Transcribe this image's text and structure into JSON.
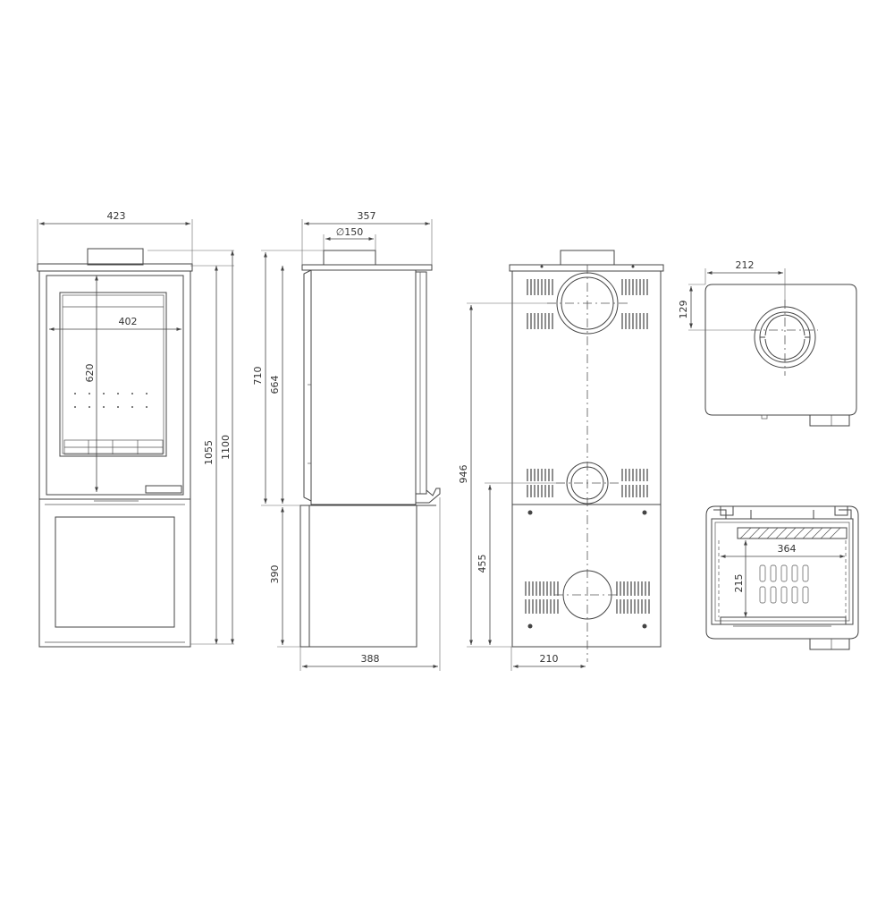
{
  "views": {
    "front": {
      "width": "423",
      "glass_width": "402",
      "glass_height": "620",
      "height_top": "1055",
      "height_total": "1100"
    },
    "side": {
      "width": "357",
      "flue_diameter": "∅150",
      "height_upper": "710",
      "height_inner": "664",
      "height_base": "390",
      "depth": "388"
    },
    "rear": {
      "flue_height_top": "946",
      "flue_height_rear": "455",
      "center_offset": "210"
    },
    "top": {
      "flue_center_x": "212",
      "flue_center_y": "129"
    },
    "section": {
      "chamber_width": "364",
      "chamber_depth": "215"
    }
  }
}
